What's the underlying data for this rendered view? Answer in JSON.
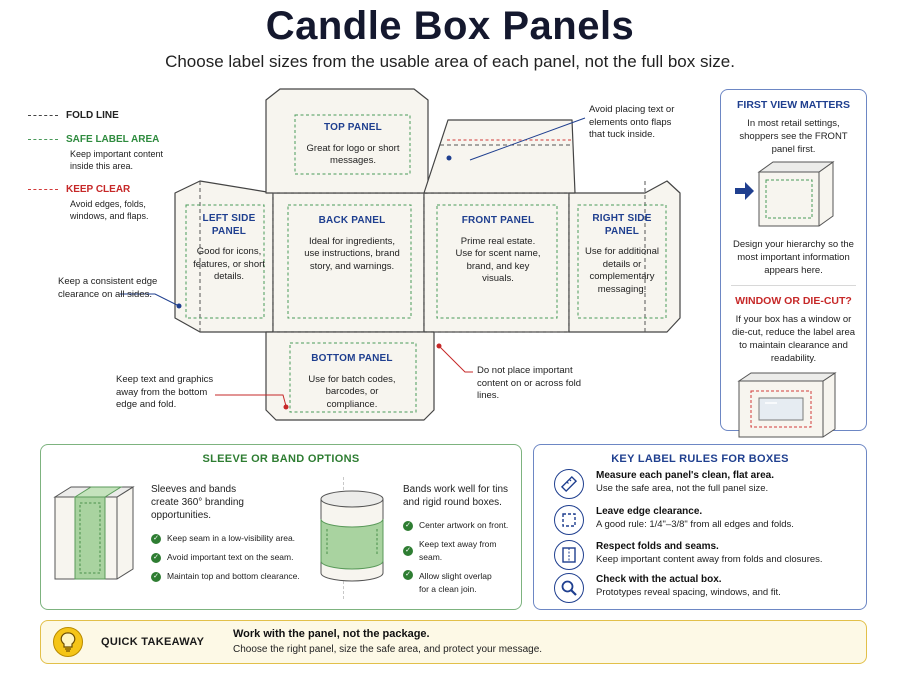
{
  "title": "Candle Box Panels",
  "subtitle": "Choose label sizes from the usable area of each panel, not the full box size.",
  "legend": {
    "fold": {
      "label": "FOLD LINE"
    },
    "safe": {
      "label": "SAFE LABEL AREA",
      "desc": "Keep important content inside this area."
    },
    "clear": {
      "label": "KEEP CLEAR",
      "desc": "Avoid edges, folds, windows, and flaps."
    }
  },
  "panels": {
    "top": {
      "title": "TOP PANEL",
      "text": "Great for logo or short messages."
    },
    "left": {
      "title": "LEFT SIDE PANEL",
      "text": "Good for icons, features, or short details."
    },
    "back": {
      "title": "BACK PANEL",
      "text": "Ideal for ingredients, use instructions, brand story, and warnings."
    },
    "front": {
      "title": "FRONT PANEL",
      "text": "Prime real estate. Use for scent name, brand, and key visuals."
    },
    "right": {
      "title": "RIGHT SIDE PANEL",
      "text": "Use for additional details or complementary messaging."
    },
    "bottom": {
      "title": "BOTTOM PANEL",
      "text": "Use for batch codes, barcodes, or compliance."
    }
  },
  "notes": {
    "flaps": "Avoid placing text or elements onto flaps that tuck inside.",
    "edge": "Keep a consistent edge clearance on all sides.",
    "bottom_edge": "Keep text and graphics away from the bottom edge and fold.",
    "fold_lines": "Do not place important content on or across fold lines."
  },
  "first_view": {
    "title": "FIRST VIEW MATTERS",
    "text1": "In most retail settings, shoppers see the FRONT panel first.",
    "text2": "Design your hierarchy so the most important information appears here."
  },
  "window": {
    "title": "WINDOW OR DIE-CUT?",
    "text": "If your box has a window or die-cut, reduce the label area to maintain clearance and readability."
  },
  "sleeve": {
    "title": "SLEEVE OR BAND OPTIONS",
    "left_text": "Sleeves and bands create 360° branding opportunities.",
    "left_checks": [
      "Keep seam in a low-visibility area.",
      "Avoid important text on the seam.",
      "Maintain top and bottom clearance."
    ],
    "right_text": "Bands work well for tins and rigid round boxes.",
    "right_checks": [
      "Center artwork on front.",
      "Keep text away from seam.",
      "Allow slight overlap for a clean join."
    ]
  },
  "rules": {
    "title": "KEY LABEL RULES FOR BOXES",
    "items": [
      {
        "icon": "ruler-icon",
        "title": "Measure each panel's clean, flat area.",
        "desc": "Use the safe area, not the full panel size."
      },
      {
        "icon": "crop-frame-icon",
        "title": "Leave edge clearance.",
        "desc": "A good rule: 1/4\"–3/8\" from all edges and folds."
      },
      {
        "icon": "panel-seam-icon",
        "title": "Respect folds and seams.",
        "desc": "Keep important content away from folds and closures."
      },
      {
        "icon": "magnifier-icon",
        "title": "Check with the actual box.",
        "desc": "Prototypes reveal spacing, windows, and fit."
      }
    ]
  },
  "takeaway": {
    "label": "QUICK TAKEAWAY",
    "main": "Work with the panel, not the package.",
    "sub": "Choose the right panel, size the safe area, and protect your message."
  },
  "colors": {
    "navy": "#1f3f8f",
    "green": "#2e7d32",
    "red": "#c62828",
    "panel": "#f7f5ef",
    "yellow": "#f5c518"
  }
}
